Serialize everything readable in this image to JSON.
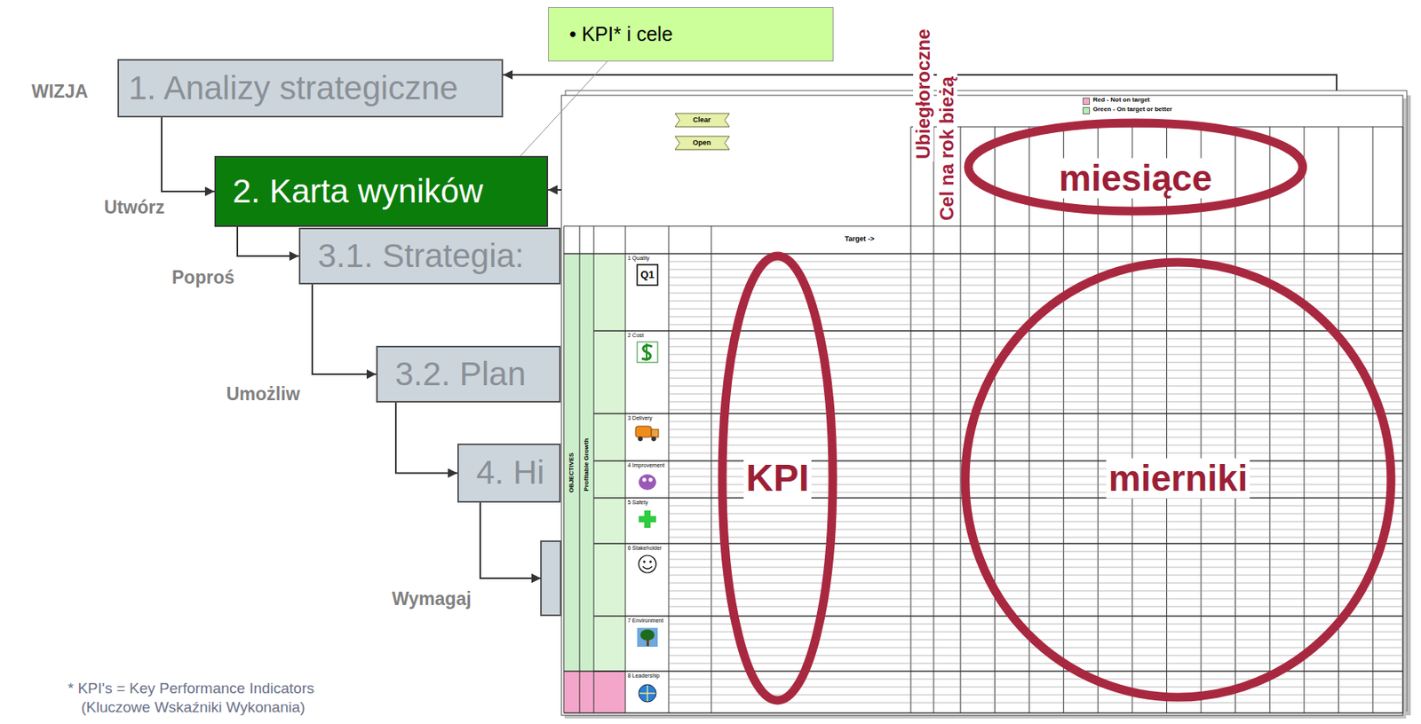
{
  "diagram": {
    "nodes": [
      {
        "text": [
          "• KPI* i cele"
        ]
      },
      {
        "text": [
          "1. Analizy strategiczne"
        ]
      },
      {
        "text": [
          "2. Karta wyników"
        ]
      },
      {
        "text": [
          "3.1. Strategia:"
        ]
      },
      {
        "text": [
          "3.2. Plan"
        ]
      },
      {
        "text": [
          "4. Hi"
        ]
      }
    ],
    "edges": [
      {
        "from": 0,
        "to": 2,
        "arrow": "none"
      },
      {
        "from": 1,
        "to": 2,
        "arrow": "to",
        "label": "Utwórz"
      },
      {
        "from": 2,
        "to": 3,
        "arrow": "to",
        "label": "Poproś"
      },
      {
        "from": 3,
        "to": 4,
        "arrow": "to",
        "label": "Umożliw"
      },
      {
        "from": 4,
        "to": 5,
        "arrow": "to"
      }
    ],
    "labels": [
      "WIZJA",
      "Wymagaj",
      "Ubiegłoroczne",
      "Cel na rok bieżą",
      "Clear",
      "Open",
      "Target ->",
      "miesiące",
      "KPI",
      "mierniki",
      "OBJECTIVES",
      "Profitable Growth",
      "1 Quality",
      "Q1",
      "2 Cost",
      "3 Delivery",
      "4 Improvement",
      "5 Safety",
      "6 Stakeholder",
      "7 Environment",
      "8 Leadership",
      "* KPI's = Key Performance Indicators",
      "(Kluczowe Wskaźniki Wykonania)"
    ],
    "legend": [
      {
        "text": "Red - Not on target",
        "color": "#f7a8c8"
      },
      {
        "text": "Green - On target or better",
        "color": "#b8f0b0"
      }
    ]
  }
}
